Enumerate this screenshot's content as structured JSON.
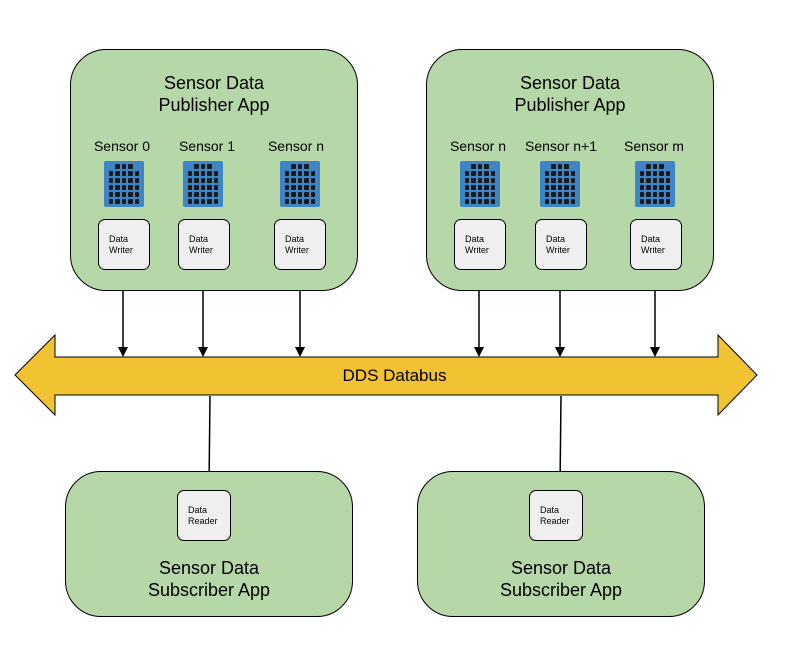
{
  "bus": {
    "label": "DDS Databus"
  },
  "publishers": [
    {
      "title_line1": "Sensor Data",
      "title_line2": "Publisher App",
      "sensors": [
        {
          "label": "Sensor 0",
          "writer_line1": "Data",
          "writer_line2": "Writer"
        },
        {
          "label": "Sensor 1",
          "writer_line1": "Data",
          "writer_line2": "Writer"
        },
        {
          "label": "Sensor n",
          "writer_line1": "Data",
          "writer_line2": "Writer"
        }
      ]
    },
    {
      "title_line1": "Sensor Data",
      "title_line2": "Publisher App",
      "sensors": [
        {
          "label": "Sensor n",
          "writer_line1": "Data",
          "writer_line2": "Writer"
        },
        {
          "label": "Sensor n+1",
          "writer_line1": "Data",
          "writer_line2": "Writer"
        },
        {
          "label": "Sensor m",
          "writer_line1": "Data",
          "writer_line2": "Writer"
        }
      ]
    }
  ],
  "subscribers": [
    {
      "title_line1": "Sensor Data",
      "title_line2": "Subscriber App",
      "reader_line1": "Data",
      "reader_line2": "Reader"
    },
    {
      "title_line1": "Sensor Data",
      "title_line2": "Subscriber App",
      "reader_line1": "Data",
      "reader_line2": "Reader"
    }
  ],
  "colors": {
    "app_fill": "#b6d7a8",
    "bus_fill": "#f1c232",
    "sensor_fill": "#3d85c6",
    "endpoint_fill": "#efefef"
  }
}
